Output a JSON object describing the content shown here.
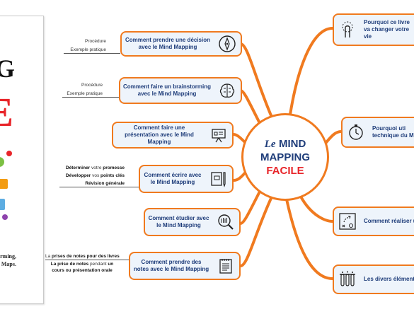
{
  "center": {
    "prefix": "Le",
    "line1": "MIND",
    "line2": "MAPPING",
    "line3": "FACILE"
  },
  "cover": {
    "line1": "NG",
    "line2": "E",
    "text1": "istorming,",
    "text2": "Maps."
  },
  "left_nodes": [
    {
      "label": "Comment prendre une décision avec le Mind Mapping",
      "icon": "compass-icon",
      "leaves": [
        {
          "text": "Procédure"
        },
        {
          "text": "Exemple pratique"
        }
      ]
    },
    {
      "label": "Comment faire un brainstorming avec le Mind Mapping",
      "icon": "brain-icon",
      "leaves": [
        {
          "text": "Procédure"
        },
        {
          "text": "Exemple pratique"
        }
      ]
    },
    {
      "label": "Comment faire une présentation avec le Mind Mapping",
      "icon": "presentation-board-icon",
      "leaves": []
    },
    {
      "label": "Comment écrire avec le Mind Mapping",
      "icon": "notebook-pen-icon",
      "leaves": [
        {
          "bold": "Déterminer",
          "rest": " votre ",
          "bold2": "promesse"
        },
        {
          "bold": "Développer",
          "rest": " vos ",
          "bold2": "points clés"
        },
        {
          "bold": "Révision générale",
          "rest": "",
          "bold2": ""
        }
      ]
    },
    {
      "label": "Comment étudier avec le Mind Mapping",
      "icon": "magnifier-book-icon",
      "leaves": []
    },
    {
      "label": "Comment prendre des notes avec le Mind Mapping",
      "icon": "notepad-icon",
      "leaves": [
        {
          "pre": "La ",
          "bold": "prises de notes pour des livres",
          "rest": ""
        },
        {
          "bold": "La prise de notes",
          "rest": " pendant ",
          "bold2": "un"
        },
        {
          "bold": "cours ou présentation orale",
          "rest": "",
          "bold2": ""
        }
      ]
    }
  ],
  "right_nodes": [
    {
      "label": "Pourquoi ce livre va changer votre vie",
      "icon": "touch-hand-icon"
    },
    {
      "label": "Pourquoi uti technique du Min",
      "icon": "stopwatch-icon"
    },
    {
      "label": "Comment réaliser un",
      "icon": "strategy-board-icon"
    },
    {
      "label": "Les divers éléments",
      "icon": "test-tubes-icon"
    }
  ],
  "colors": {
    "accent": "#f07a1f",
    "text": "#1f3d7a",
    "highlight": "#e8252a",
    "node_bg": "#eef4fb"
  }
}
